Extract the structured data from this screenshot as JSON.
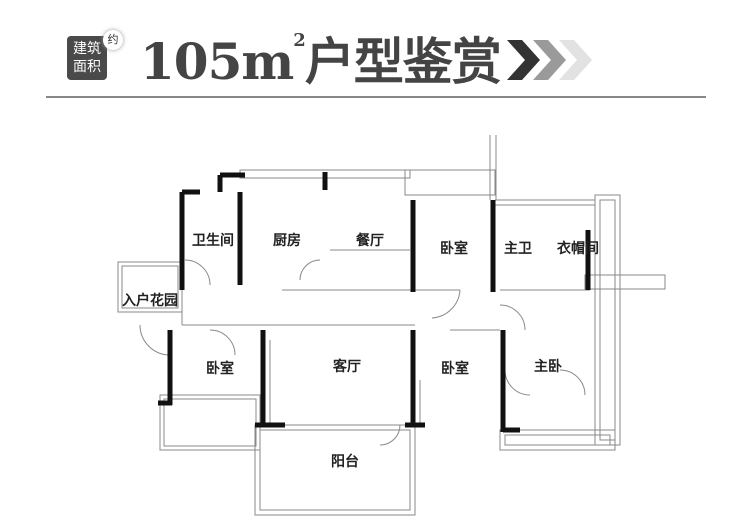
{
  "header": {
    "badge_line1": "建筑",
    "badge_line2": "面积",
    "badge_about": "约",
    "title_area": "105m",
    "title_sup": "2",
    "title_text": "户型鉴赏",
    "chevron_colors": [
      "#333333",
      "#9a9a9a",
      "#e0e0e0"
    ]
  },
  "rooms": {
    "bathroom": "卫生间",
    "kitchen": "厨房",
    "dining": "餐厅",
    "bedroom_top": "卧室",
    "master_bath": "主卫",
    "walk_in_closet": "衣帽间",
    "entry_garden": "入户花园",
    "bedroom_left": "卧室",
    "living_room": "客厅",
    "bedroom_right": "卧室",
    "master_bedroom": "主卧",
    "balcony": "阳台"
  }
}
